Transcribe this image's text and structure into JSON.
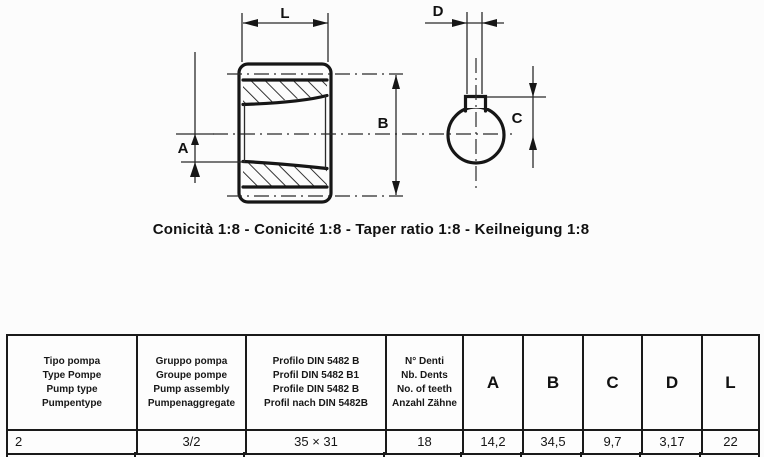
{
  "drawing": {
    "dim_labels": {
      "L": "L",
      "A": "A",
      "B": "B",
      "C": "C",
      "D": "D"
    },
    "caption": "Conicità 1:8 - Conicité 1:8 - Taper ratio 1:8 - Keilneigung 1:8"
  },
  "table": {
    "col_headers": [
      {
        "lines": [
          "Tipo pompa",
          "Type Pompe",
          "Pump type",
          "Pumpentype"
        ]
      },
      {
        "lines": [
          "Gruppo pompa",
          "Groupe pompe",
          "Pump assembly",
          "Pumpenaggregate"
        ]
      },
      {
        "lines": [
          "Profilo DIN 5482 B",
          "Profil DIN 5482 B1",
          "Profile DIN 5482 B",
          "Profil nach DIN 5482B"
        ]
      },
      {
        "lines": [
          "N° Denti",
          "Nb. Dents",
          "No. of teeth",
          "Anzahl Zähne"
        ]
      }
    ],
    "dim_headers": [
      "A",
      "B",
      "C",
      "D",
      "L"
    ],
    "row": [
      "2",
      "3/2",
      "35 × 31",
      "18",
      "14,2",
      "34,5",
      "9,7",
      "3,17",
      "22"
    ]
  }
}
